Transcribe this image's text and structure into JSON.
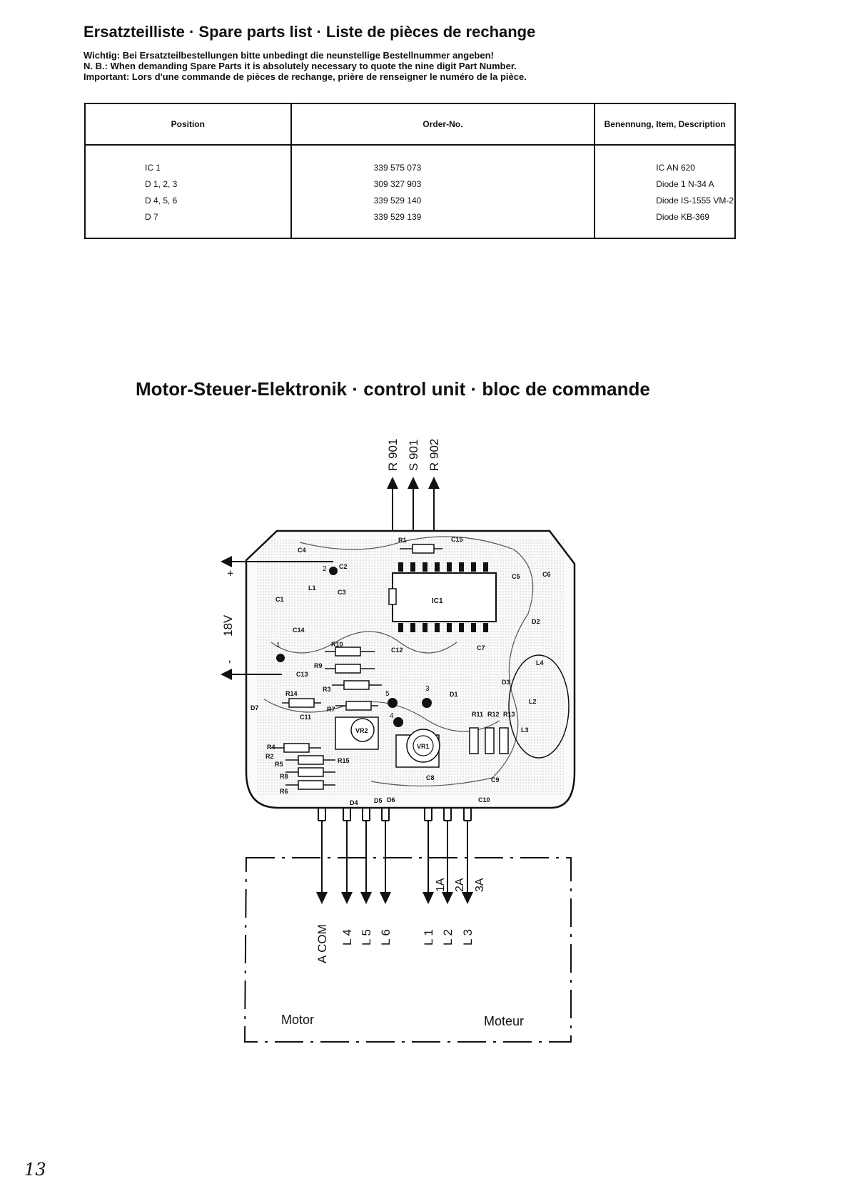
{
  "header": {
    "title": "Ersatzteilliste · Spare parts list · Liste de pièces de rechange",
    "notes": [
      {
        "label": "Wichtig:",
        "text": "Bei Ersatzteilbestellungen bitte unbedingt die neunstellige Bestellnummer angeben!"
      },
      {
        "label": "N. B.:",
        "text": "When demanding Spare Parts it is absolutely necessary to quote the nine digit Part Number."
      },
      {
        "label": "Important:",
        "text": "Lors d'une commande de pièces de rechange, prière de renseigner le numéro de la pièce."
      }
    ]
  },
  "parts_table": {
    "headers": [
      "Position",
      "Order-No.",
      "Benennung, Item, Description"
    ],
    "rows": [
      {
        "position": "IC 1",
        "order_no": "339 575 073",
        "description": "IC AN 620"
      },
      {
        "position": "D 1, 2, 3",
        "order_no": "309 327 903",
        "description": "Diode 1 N-34 A"
      },
      {
        "position": "D 4, 5, 6",
        "order_no": "339 529 140",
        "description": "Diode IS-1555 VM-2"
      },
      {
        "position": "D 7",
        "order_no": "339 529 139",
        "description": "Diode KB-369"
      }
    ]
  },
  "diagram": {
    "title": "Motor-Steuer-Elektronik · control unit · bloc de commande",
    "top_outputs": [
      "R 901",
      "S 901",
      "R 902"
    ],
    "supply": {
      "voltage": "18V",
      "plus": "+",
      "minus": "-"
    },
    "chip_label": "IC1",
    "pot_labels": [
      "VR1",
      "VR2"
    ],
    "test_points": [
      "1",
      "2",
      "3",
      "4",
      "5"
    ],
    "component_labels": {
      "capacitors": [
        "C1",
        "C2",
        "C3",
        "C4",
        "C5",
        "C6",
        "C7",
        "C8",
        "C9",
        "C10",
        "C11",
        "C12",
        "C13",
        "C14",
        "C15"
      ],
      "resistors": [
        "R1",
        "R2",
        "R3",
        "R4",
        "R5",
        "R6",
        "R7",
        "R8",
        "R9",
        "R10",
        "R11",
        "R12",
        "R13",
        "R14",
        "R15"
      ],
      "diodes": [
        "D1",
        "D2",
        "D3",
        "D4",
        "D5",
        "D6",
        "D7"
      ],
      "coils": [
        "L1",
        "L2",
        "L3",
        "L4"
      ]
    },
    "phase_labels": [
      "1A",
      "2A",
      "3A"
    ],
    "motor_terminals": [
      "A COM",
      "L 4",
      "L 5",
      "L 6",
      "L 1",
      "L 2",
      "L 3"
    ],
    "motor_label_de": "Motor",
    "motor_label_fr": "Moteur"
  },
  "footer": {
    "page": "13"
  }
}
